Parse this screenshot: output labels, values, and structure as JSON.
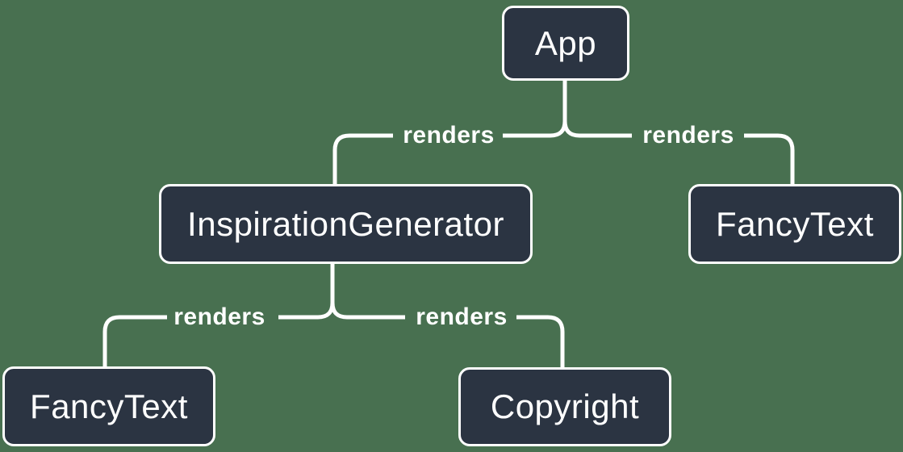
{
  "colors": {
    "background_color": "#487050",
    "node_fill": "#2B3442",
    "node_border": "#FFFFFF",
    "line_color": "#FFFFFF",
    "text_color": "#FFFFFF"
  },
  "diagram": {
    "type": "component-render-tree",
    "nodes": [
      {
        "id": "app",
        "label": "App"
      },
      {
        "id": "inspiration-generator",
        "label": "InspirationGenerator"
      },
      {
        "id": "fancy-text-top",
        "label": "FancyText"
      },
      {
        "id": "fancy-text-bottom",
        "label": "FancyText"
      },
      {
        "id": "copyright",
        "label": "Copyright"
      }
    ],
    "edges": [
      {
        "from": "App",
        "to": "InspirationGenerator",
        "label": "renders"
      },
      {
        "from": "App",
        "to": "FancyText",
        "label": "renders"
      },
      {
        "from": "InspirationGenerator",
        "to": "FancyText",
        "label": "renders"
      },
      {
        "from": "InspirationGenerator",
        "to": "Copyright",
        "label": "renders"
      }
    ]
  }
}
